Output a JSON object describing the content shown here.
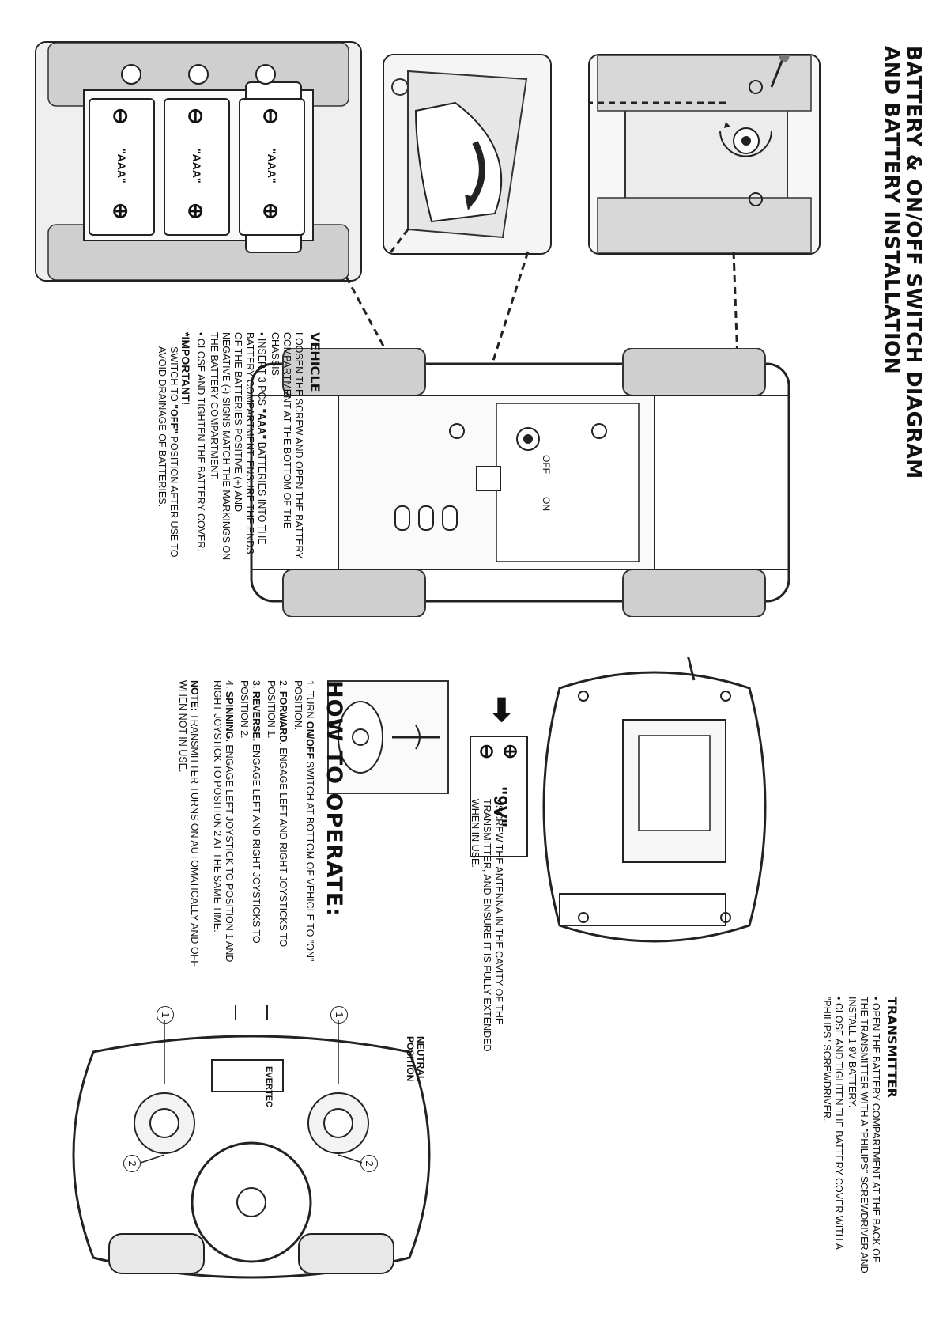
{
  "title": {
    "line1": "BATTERY & ON/OFF SWITCH DIAGRAM",
    "line2": "AND BATTERY INSTALLATION"
  },
  "vehicle": {
    "heading": "VEHICLE",
    "intro": "LOOSEN THE SCREW AND OPEN THE BATTERY COMPARTMENT AT THE BOTTOM OF THE CHASSIS.",
    "bullet1_pre": "INSERT 3 PCS ",
    "bullet1_bold": "\"AAA\"",
    "bullet1_post": " BATTERIES INTO THE BATTERY COMPARTMENT. ENSURE THE ENDS OF THE BATTERIES POSITIVE (+) AND NEGATIVE (-) SIGNS MATCH THE MARKINGS ON THE BATTERY COMPARTMENT.",
    "bullet2": "CLOSE AND TIGHTEN THE BATTERY COVER.",
    "important_label": "*IMPORTANT!",
    "important_pre": "SWITCH TO ",
    "important_bold": "\"OFF\"",
    "important_post": " POSITION AFTER USE TO AVOID DRAINAGE OF BATTERIES."
  },
  "switch_labels": {
    "off": "OFF",
    "on": "ON"
  },
  "battery_labels": {
    "aaa": "\"AAA\""
  },
  "transmitter": {
    "heading": "TRANSMITTER",
    "bullet1": "OPEN THE BATTERY COMPARTMENT AT THE BACK OF THE TRANSMITTER WITH A \"PHILIPS\" SCREWDRIVER AND INSTALL 1 9V BATTERY.",
    "bullet2": "CLOSE AND TIGHTEN THE BATTERY COVER WITH A \"PHILIPS\" SCREWDRIVER.",
    "battery_9v": "\"9V\""
  },
  "antenna_note": "SCREW THE ANTENNA IN THE CAVITY OF THE TRANSMITTER, AND ENSURE IT IS FULLY EXTENDED WHEN IN USE.",
  "how_to_operate": {
    "heading": "HOW TO OPERATE:",
    "step1_num": "1.",
    "step1_pre": "TURN ",
    "step1_bold": "ON/OFF",
    "step1_post": " SWITCH AT BOTTOM OF VEHICLE TO \"ON\" POSITION.",
    "step2_num": "2.",
    "step2_bold": "FORWARD.",
    "step2_text": "ENGAGE LEFT AND RIGHT JOYSTICKS TO POSITION 1.",
    "step3_num": "3.",
    "step3_bold": "REVERSE.",
    "step3_text": "ENGAGE LEFT AND RIGHT JOYSTICKS TO POSITION 2.",
    "step4_num": "4.",
    "step4_bold": "SPINNING.",
    "step4_text": "ENGAGE LEFT JOYSTICK TO POSITION 1 AND RIGHT JOYSTICK TO POSITION 2 AT THE SAME TIME.",
    "note_label": "NOTE:",
    "note_text": "TRANSMITTER TURNS ON AUTOMATICALLY AND OFF WHEN NOT IN USE."
  },
  "controller": {
    "neutral_label": "NEUTRAL POSITION",
    "brand": "EVERTEC",
    "pos1": "1",
    "pos2": "2"
  }
}
